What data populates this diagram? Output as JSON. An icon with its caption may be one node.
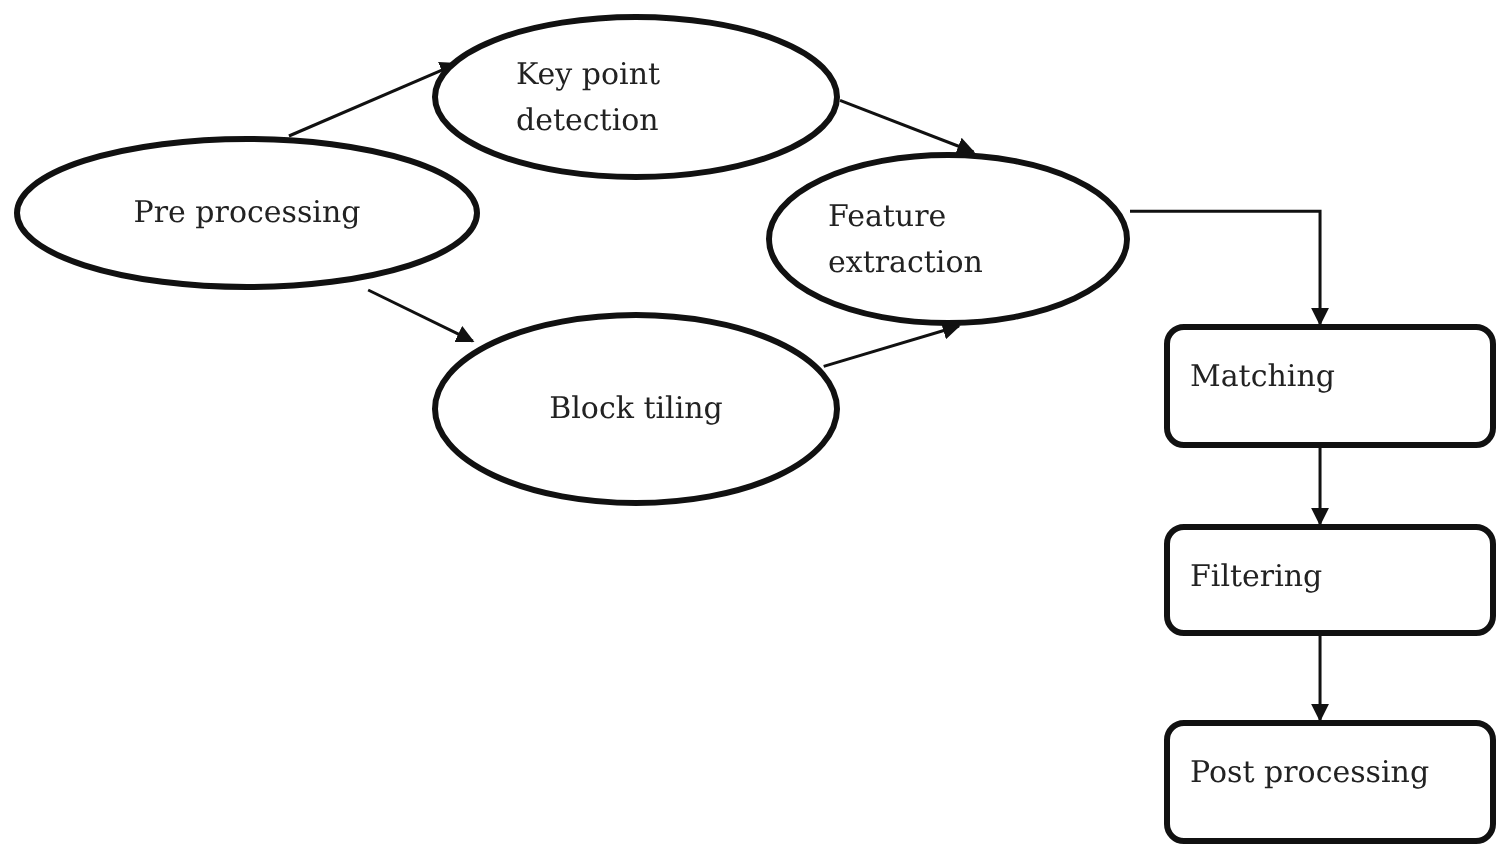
{
  "diagram": {
    "nodes": [
      {
        "text": [
          "Pre processing"
        ]
      },
      {
        "text": [
          "Key point detection"
        ]
      },
      {
        "text": [
          "Block tiling"
        ]
      },
      {
        "text": [
          "Feature extraction"
        ]
      },
      {
        "text": [
          "Matching"
        ]
      },
      {
        "text": [
          "Filtering"
        ]
      },
      {
        "text": [
          "Post processing"
        ]
      }
    ],
    "edges": [
      {
        "from": 0,
        "to": 1,
        "arrow": "to"
      },
      {
        "from": 0,
        "to": 2,
        "arrow": "to"
      },
      {
        "from": 1,
        "to": 3,
        "arrow": "to"
      },
      {
        "from": 2,
        "to": 3,
        "arrow": "to"
      },
      {
        "from": 3,
        "to": 4,
        "arrow": "to"
      },
      {
        "from": 4,
        "to": 5,
        "arrow": "to"
      },
      {
        "from": 5,
        "to": 6,
        "arrow": "to"
      }
    ]
  }
}
